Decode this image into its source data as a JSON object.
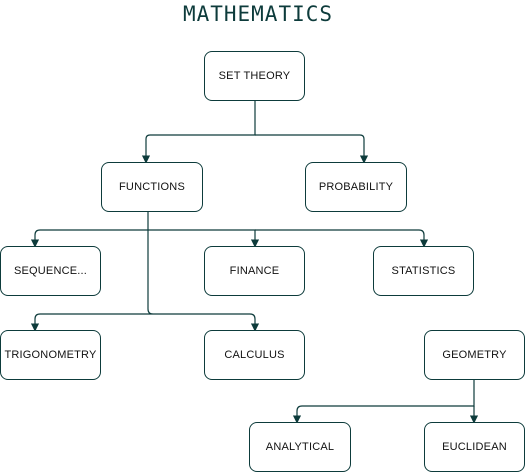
{
  "title": "MATHEMATICS",
  "nodes": {
    "set_theory": "SET THEORY",
    "functions": "FUNCTIONS",
    "probability": "PROBABILITY",
    "sequences": "SEQUENCE...",
    "finance": "FINANCE",
    "statistics": "STATISTICS",
    "trigonometry": "TRIGONOMETRY",
    "calculus": "CALCULUS",
    "geometry": "GEOMETRY",
    "analytical": "ANALYTICAL",
    "euclidean": "EUCLIDEAN"
  },
  "edges": [
    {
      "from": "SET THEORY",
      "to": "FUNCTIONS"
    },
    {
      "from": "SET THEORY",
      "to": "PROBABILITY"
    },
    {
      "from": "FUNCTIONS",
      "to": "SEQUENCE..."
    },
    {
      "from": "FUNCTIONS",
      "to": "FINANCE"
    },
    {
      "from": "FUNCTIONS",
      "to": "STATISTICS"
    },
    {
      "from": "FUNCTIONS",
      "to": "TRIGONOMETRY"
    },
    {
      "from": "FUNCTIONS",
      "to": "CALCULUS"
    },
    {
      "from": "GEOMETRY",
      "to": "ANALYTICAL"
    },
    {
      "from": "GEOMETRY",
      "to": "EUCLIDEAN"
    }
  ],
  "colors": {
    "stroke": "#0d3b3b",
    "title": "#0d3b3b",
    "text": "#111111",
    "background": "#ffffff"
  }
}
